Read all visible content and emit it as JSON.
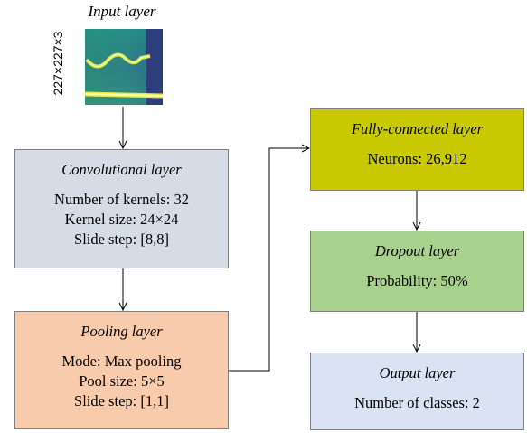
{
  "input": {
    "title": "Input layer",
    "dims": "227×227×3",
    "image_icon": "spectrogram-image"
  },
  "conv": {
    "title": "Convolutional layer",
    "lines": [
      "Number of kernels: 32",
      "Kernel size: 24×24",
      "Slide step: [8,8]"
    ],
    "color": "#d6dce5"
  },
  "pool": {
    "title": "Pooling layer",
    "lines": [
      "Mode: Max pooling",
      "Pool size: 5×5",
      "Slide step: [1,1]"
    ],
    "color": "#f8cbad"
  },
  "fc": {
    "title": "Fully-connected layer",
    "lines": [
      "Neurons: 26,912"
    ],
    "color": "#c9c900"
  },
  "dropout": {
    "title": "Dropout layer",
    "lines": [
      "Probability: 50%"
    ],
    "color": "#a9d18e"
  },
  "output": {
    "title": "Output layer",
    "lines": [
      "Number of classes: 2"
    ],
    "color": "#dae3f3"
  }
}
